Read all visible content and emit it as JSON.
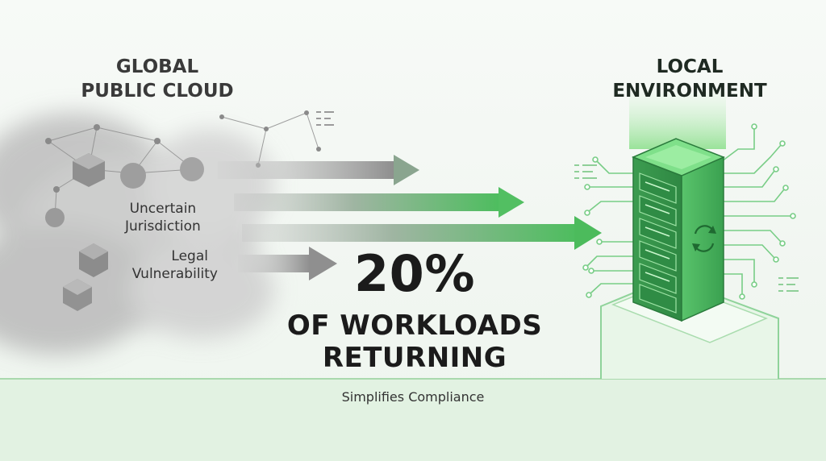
{
  "left_panel": {
    "title_line1": "GLOBAL",
    "title_line2": "PUBLIC CLOUD",
    "risks": [
      "Uncertain",
      "Jurisdiction",
      "Legal",
      "Vulnerability"
    ]
  },
  "right_panel": {
    "title_line1": "LOCAL",
    "title_line2": "ENVIRONMENT"
  },
  "stat": {
    "value": "20%",
    "line1": "OF WORKLOADS",
    "line2": "RETURNING"
  },
  "footer": "Simplifies Compliance",
  "colors": {
    "accent_green": "#57c268",
    "server_green": "#3fa955",
    "cloud_gray": "#9a9a9a",
    "band_green": "#e2f2e2"
  }
}
